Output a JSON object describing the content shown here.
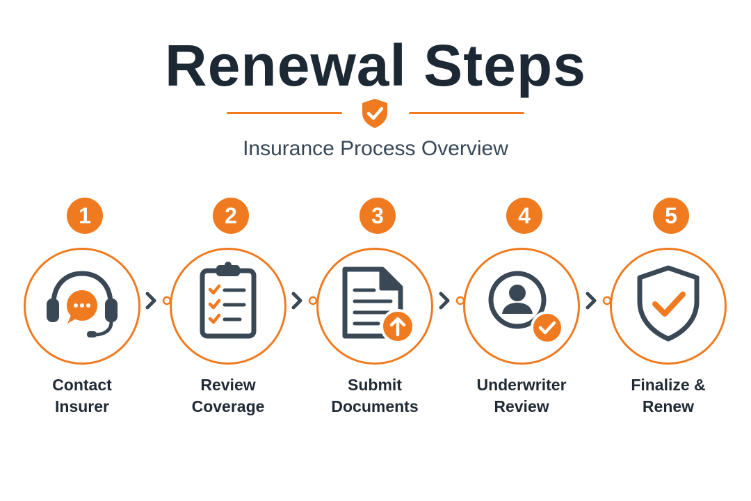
{
  "header": {
    "title": "Renewal Steps",
    "subtitle": "Insurance Process Overview"
  },
  "colors": {
    "accent": "#ef7a1f",
    "dark": "#3a4856",
    "title": "#1c2833"
  },
  "steps": [
    {
      "number": "1",
      "line1": "Contact",
      "line2": "Insurer",
      "icon": "headset-chat-icon"
    },
    {
      "number": "2",
      "line1": "Review",
      "line2": "Coverage",
      "icon": "clipboard-checklist-icon"
    },
    {
      "number": "3",
      "line1": "Submit",
      "line2": "Documents",
      "icon": "document-upload-icon"
    },
    {
      "number": "4",
      "line1": "Underwriter",
      "line2": "Review",
      "icon": "user-check-icon"
    },
    {
      "number": "5",
      "line1": "Finalize &",
      "line2": "Renew",
      "icon": "shield-check-icon"
    }
  ]
}
